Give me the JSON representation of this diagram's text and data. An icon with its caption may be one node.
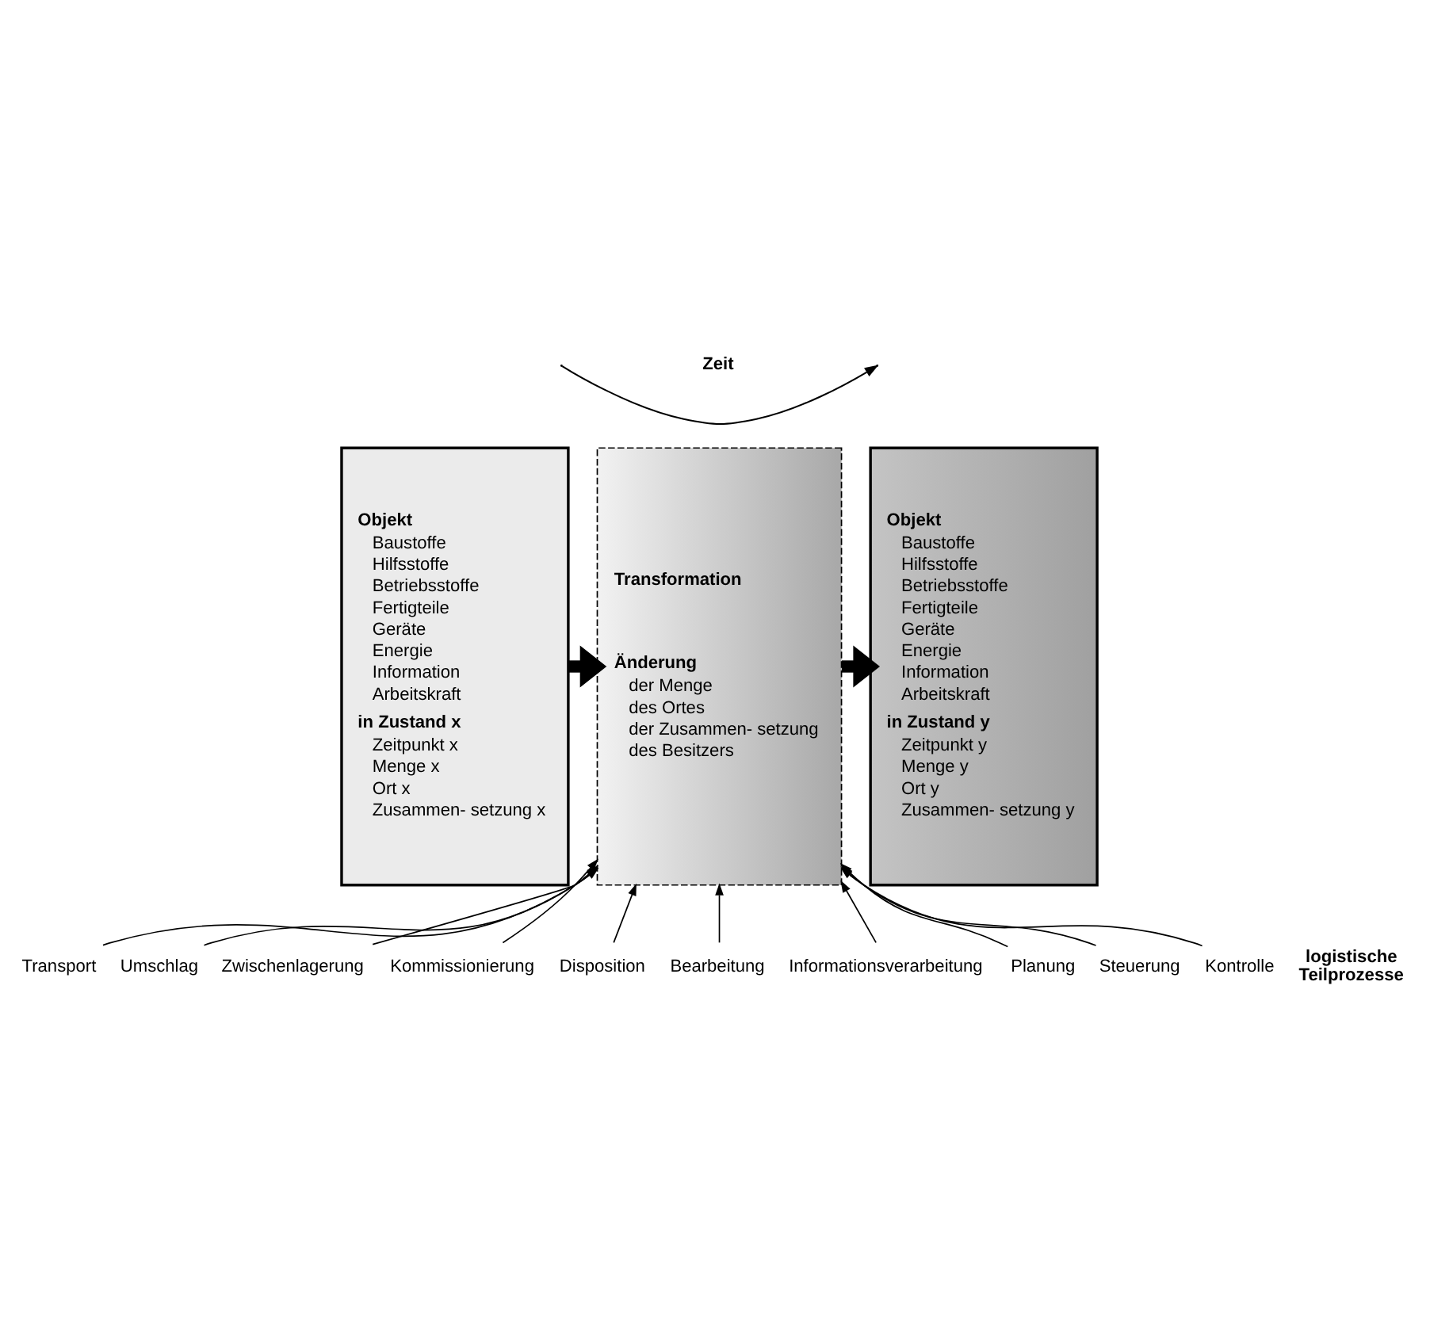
{
  "diagram": {
    "nodes": [
      {
        "text": [
          "Objekt",
          "Baustoffe",
          "Hilfsstoffe",
          "Betriebsstoffe",
          "Fertigteile",
          "Geräte",
          "Energie",
          "Information",
          "Arbeitskraft",
          "in Zustand x",
          "Zeitpunkt x",
          "Menge x",
          "Ort x",
          "Zusammen- setzung x"
        ]
      },
      {
        "text": [
          "Transformation",
          "Änderung",
          "der Menge",
          "des Ortes",
          "der Zusammen- setzung",
          "des Besitzers"
        ]
      },
      {
        "text": [
          "Objekt",
          "Baustoffe",
          "Hilfsstoffe",
          "Betriebsstoffe",
          "Fertigteile",
          "Geräte",
          "Energie",
          "Information",
          "Arbeitskraft",
          "in Zustand y",
          "Zeitpunkt y",
          "Menge y",
          "Ort y",
          "Zusammen- setzung y"
        ]
      },
      {
        "text": [
          "Transport"
        ]
      },
      {
        "text": [
          "Umschlag"
        ]
      },
      {
        "text": [
          "Zwischenlagerung"
        ]
      },
      {
        "text": [
          "Kommissionierung"
        ]
      },
      {
        "text": [
          "Disposition"
        ]
      },
      {
        "text": [
          "Bearbeitung"
        ]
      },
      {
        "text": [
          "Informationsverarbeitung"
        ]
      },
      {
        "text": [
          "Planung"
        ]
      },
      {
        "text": [
          "Steuerung"
        ]
      },
      {
        "text": [
          "Kontrolle"
        ]
      }
    ],
    "edges": [
      {
        "from": 0,
        "to": 1,
        "arrow": "to",
        "style": "thick"
      },
      {
        "from": 1,
        "to": 2,
        "arrow": "to",
        "style": "thick"
      },
      {
        "from": 3,
        "to": 1,
        "arrow": "to"
      },
      {
        "from": 4,
        "to": 1,
        "arrow": "to"
      },
      {
        "from": 5,
        "to": 1,
        "arrow": "to"
      },
      {
        "from": 6,
        "to": 1,
        "arrow": "to"
      },
      {
        "from": 7,
        "to": 1,
        "arrow": "to"
      },
      {
        "from": 8,
        "to": 1,
        "arrow": "to"
      },
      {
        "from": 9,
        "to": 1,
        "arrow": "to"
      },
      {
        "from": 10,
        "to": 1,
        "arrow": "to"
      },
      {
        "from": 11,
        "to": 1,
        "arrow": "to"
      },
      {
        "from": 12,
        "to": 1,
        "arrow": "to"
      }
    ],
    "labels": [
      "Zeit",
      "logistische Teilprozesse"
    ]
  }
}
